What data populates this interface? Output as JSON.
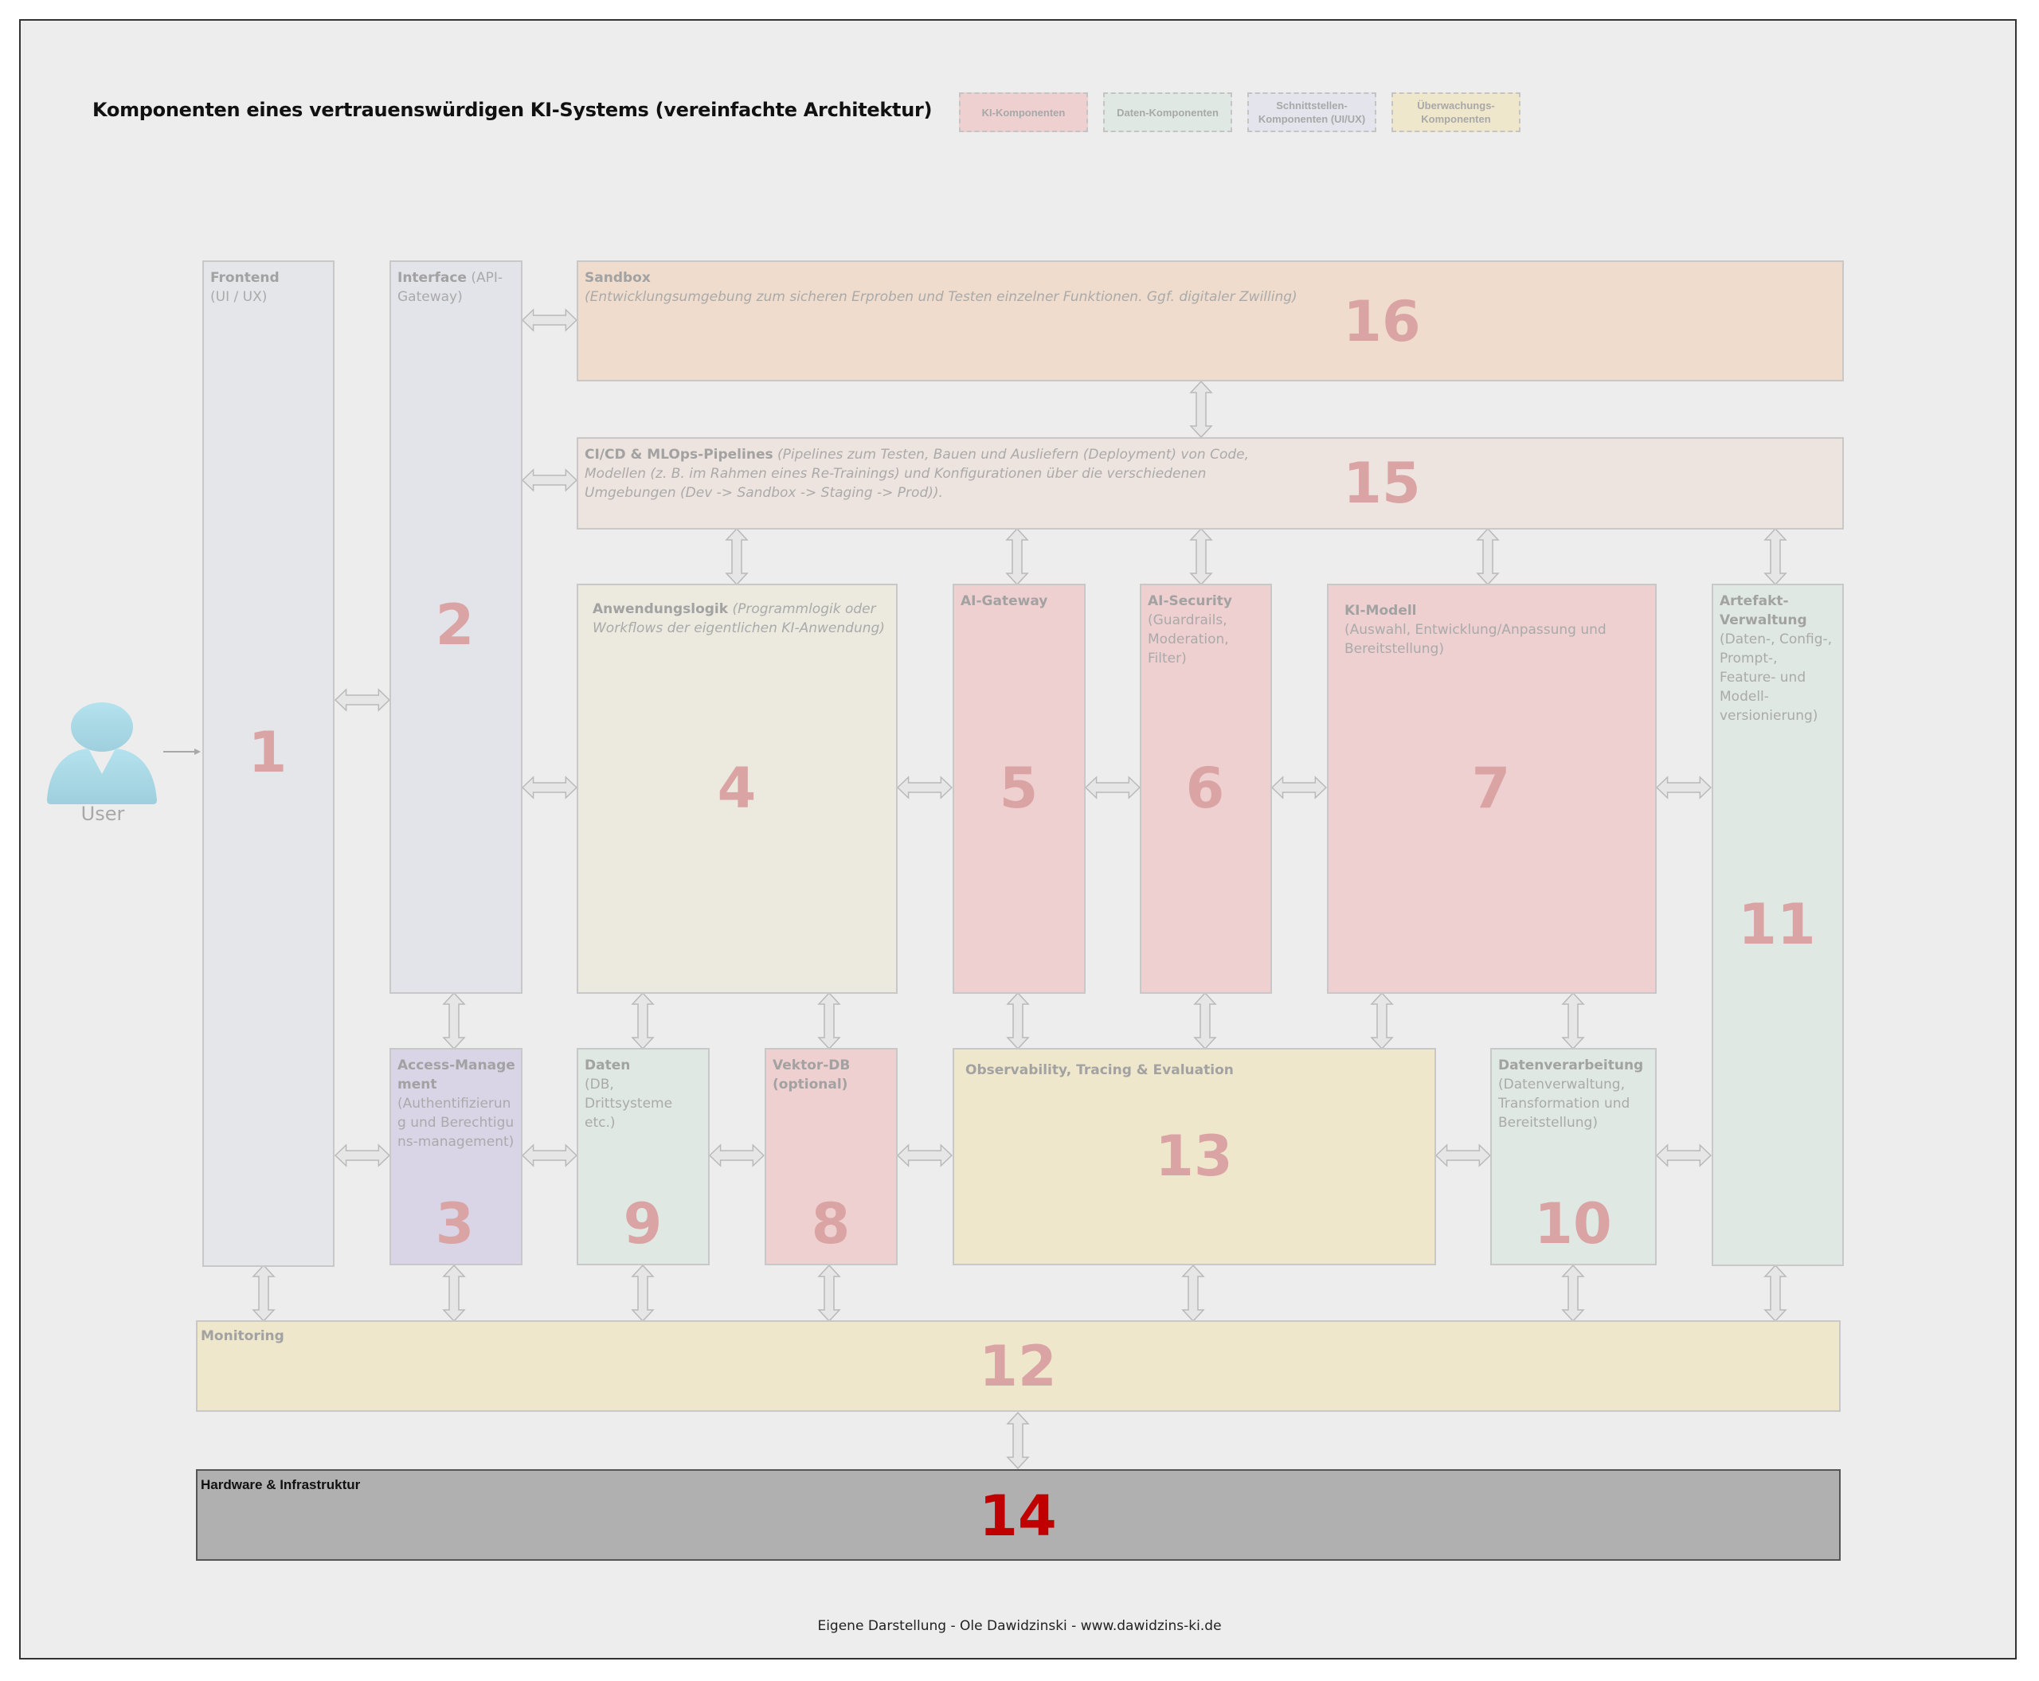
{
  "title": "Komponenten eines vertrauenswürdigen KI-Systems (vereinfachte Architektur)",
  "legend": [
    {
      "label": "KI-Komponenten",
      "color": "#eed0d0"
    },
    {
      "label": "Daten-Komponenten",
      "color": "#dfe8e2"
    },
    {
      "label": "Schnittstellen-Komponenten (UI/UX)",
      "color": "#e3e4ec"
    },
    {
      "label": "Überwachungs-Komponenten",
      "color": "#efe7cc"
    }
  ],
  "user": {
    "label": "User"
  },
  "components": {
    "frontend": {
      "number": "1",
      "title": "Frontend",
      "desc": "(UI / UX)"
    },
    "interface": {
      "number": "2",
      "title": "Interface",
      "desc": "(API-Gateway)"
    },
    "access": {
      "number": "3",
      "title": "Access-Management",
      "desc": "(Authentifizierung und Berechtiguns-management)"
    },
    "app_logic": {
      "number": "4",
      "title": "Anwendungslogik",
      "desc": "(Programmlogik oder Workflows der eigentlichen KI-Anwendung)"
    },
    "ai_gateway": {
      "number": "5",
      "title": "AI-Gateway",
      "desc": ""
    },
    "ai_security": {
      "number": "6",
      "title": "AI-Security",
      "desc": "(Guardrails, Moderation, Filter)"
    },
    "ki_model": {
      "number": "7",
      "title": "KI-Modell",
      "desc": "(Auswahl, Entwicklung/Anpassung und Bereitstellung)"
    },
    "vector_db": {
      "number": "8",
      "title": "Vektor-DB (optional)",
      "desc": ""
    },
    "data": {
      "number": "9",
      "title": "Daten",
      "desc": "(DB, Drittsysteme etc.)"
    },
    "data_processing": {
      "number": "10",
      "title": "Datenverarbeitung",
      "desc": "(Datenverwaltung, Transformation und Bereitstellung)"
    },
    "artifact": {
      "number": "11",
      "title": "Artefakt-Verwaltung",
      "desc": "(Daten-, Config-, Prompt-, Feature- und Modell-versionierung)"
    },
    "monitoring": {
      "number": "12",
      "title": "Monitoring",
      "desc": ""
    },
    "observability": {
      "number": "13",
      "title": "Observability, Tracing & Evaluation",
      "desc": ""
    },
    "hardware": {
      "number": "14",
      "title": "Hardware & Infrastruktur",
      "desc": ""
    },
    "cicd": {
      "number": "15",
      "title": "CI/CD & MLOps-Pipelines",
      "desc": "(Pipelines zum Testen, Bauen und Ausliefern (Deployment) von Code, Modellen (z. B. im Rahmen eines Re-Trainings) und Konfigurationen über die verschiedenen Umgebungen (Dev -> Sandbox -> Staging -> Prod))."
    },
    "sandbox": {
      "number": "16",
      "title": "Sandbox",
      "desc": "(Entwicklungsumgebung zum sicheren Erproben und Testen einzelner Funktionen. Ggf. digitaler Zwilling)"
    }
  },
  "footer": "Eigene Darstellung - Ole Dawidzinski - www.dawidzins-ki.de",
  "colors": {
    "background": "#ededed",
    "ki": "#eed0d0",
    "data": "#dfe8e2",
    "ui": "#e4e6ea",
    "monitoring": "#efe7cc",
    "access": "#d9d5e7",
    "sandbox": "#efdccc",
    "cicd": "#eee4df",
    "hardware": "#b0b0b0",
    "number": "#dba4a4",
    "number_hardware": "#c00000"
  }
}
